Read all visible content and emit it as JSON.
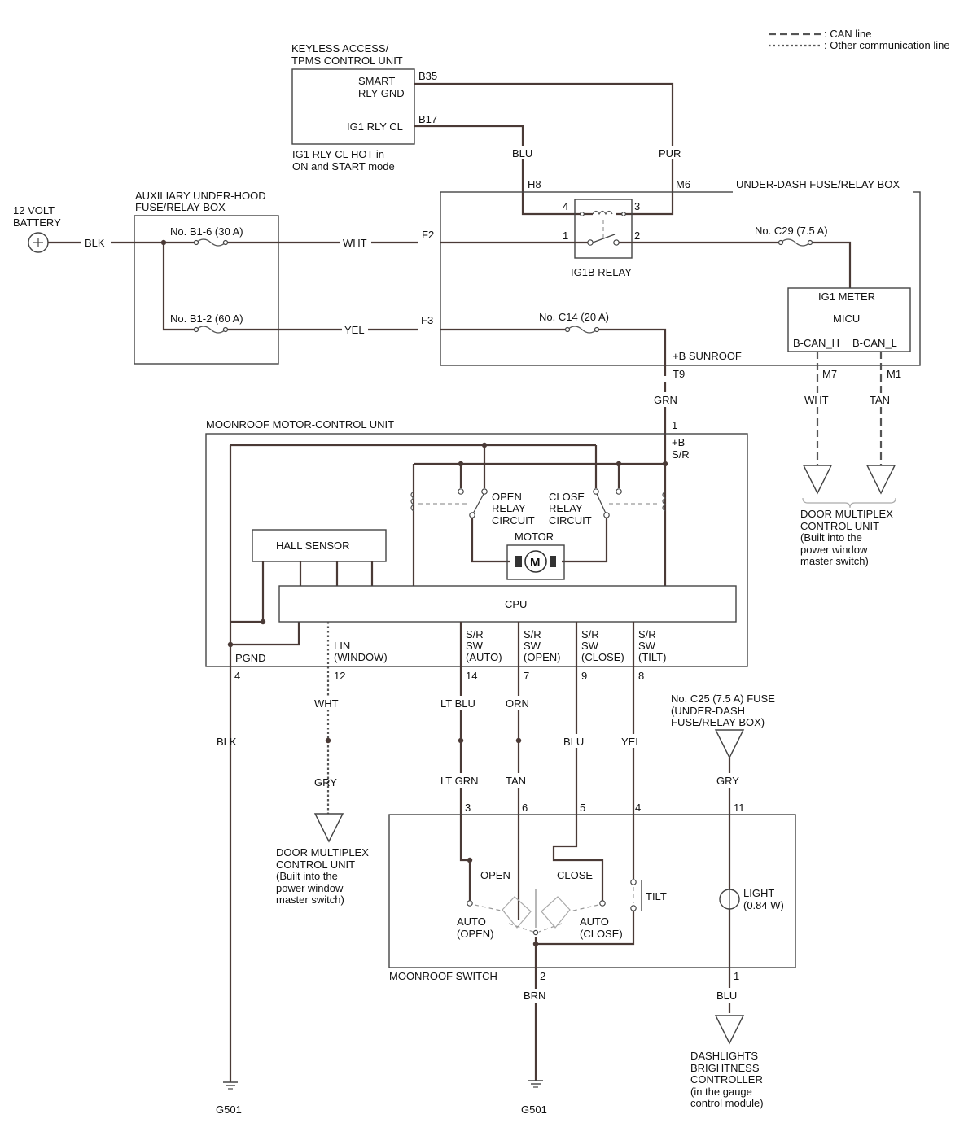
{
  "legend": {
    "can_line": ": CAN line",
    "other_line": ": Other communication line"
  },
  "components": {
    "keyless": {
      "title_1": "KEYLESS ACCESS/",
      "title_2": "TPMS CONTROL UNIT",
      "smart_1": "SMART",
      "smart_2": "RLY GND",
      "ig1_rly_cl": "IG1 RLY CL",
      "note_1": "IG1 RLY CL HOT in",
      "note_2": "ON and START mode",
      "pin_b35": "B35",
      "pin_b17": "B17"
    },
    "battery": {
      "label_1": "12 VOLT",
      "label_2": "BATTERY"
    },
    "aux_box": {
      "title_1": "AUXILIARY UNDER-HOOD",
      "title_2": "FUSE/RELAY BOX",
      "fuse_b16": "No. B1-6 (30 A)",
      "fuse_b12": "No. B1-2 (60 A)"
    },
    "under_dash": {
      "title": "UNDER-DASH FUSE/RELAY BOX",
      "pin_h8": "H8",
      "pin_m6": "M6",
      "pin_f2": "F2",
      "pin_f3": "F3",
      "relay_name": "IG1B RELAY",
      "relay_pin_4": "4",
      "relay_pin_3": "3",
      "relay_pin_1": "1",
      "relay_pin_2": "2",
      "fuse_c29": "No. C29 (7.5 A)",
      "fuse_c14": "No. C14 (20 A)",
      "b_sunroof": "+B SUNROOF",
      "pin_t9": "T9"
    },
    "micu": {
      "ig1_meter": "IG1 METER",
      "name": "MICU",
      "bcan_h": "B-CAN_H",
      "bcan_l": "B-CAN_L",
      "pin_m7": "M7",
      "pin_m1": "M1"
    },
    "door_mpx_right": {
      "line_1": "DOOR MULTIPLEX",
      "line_2": "CONTROL UNIT",
      "line_3": "(Built into the",
      "line_4": "power window",
      "line_5": "master switch)"
    },
    "moonroof_unit": {
      "title": "MOONROOF MOTOR-CONTROL UNIT",
      "pin_1": "1",
      "b_sr_1": "+B",
      "b_sr_2": "S/R",
      "open_relay_1": "OPEN",
      "open_relay_2": "RELAY",
      "open_relay_3": "CIRCUIT",
      "close_relay_1": "CLOSE",
      "close_relay_2": "RELAY",
      "close_relay_3": "CIRCUIT",
      "motor": "MOTOR",
      "motor_symbol": "M",
      "hall_sensor": "HALL SENSOR",
      "cpu": "CPU",
      "pgnd": "PGND",
      "lin_1": "LIN",
      "lin_2": "(WINDOW)",
      "sw_auto_1": "S/R",
      "sw_auto_2": "SW",
      "sw_auto_3": "(AUTO)",
      "sw_open_1": "S/R",
      "sw_open_2": "SW",
      "sw_open_3": "(OPEN)",
      "sw_close_1": "S/R",
      "sw_close_2": "SW",
      "sw_close_3": "(CLOSE)",
      "sw_tilt_1": "S/R",
      "sw_tilt_2": "SW",
      "sw_tilt_3": "(TILT)",
      "pin_4": "4",
      "pin_12": "12",
      "pin_14": "14",
      "pin_7": "7",
      "pin_9": "9",
      "pin_8": "8"
    },
    "door_mpx_left": {
      "line_1": "DOOR MULTIPLEX",
      "line_2": "CONTROL UNIT",
      "line_3": "(Built into the",
      "line_4": "power window",
      "line_5": "master switch)"
    },
    "c25_fuse": {
      "line_1": "No. C25 (7.5 A) FUSE",
      "line_2": "(UNDER-DASH",
      "line_3": "FUSE/RELAY BOX)"
    },
    "moonroof_switch": {
      "title": "MOONROOF SWITCH",
      "open": "OPEN",
      "close": "CLOSE",
      "auto_open_1": "AUTO",
      "auto_open_2": "(OPEN)",
      "auto_close_1": "AUTO",
      "auto_close_2": "(CLOSE)",
      "tilt": "TILT",
      "light_1": "LIGHT",
      "light_2": "(0.84 W)",
      "pin_3": "3",
      "pin_6": "6",
      "pin_5": "5",
      "pin_4": "4",
      "pin_11": "11",
      "pin_2": "2",
      "pin_1": "1"
    },
    "dashlights": {
      "line_1": "DASHLIGHTS",
      "line_2": "BRIGHTNESS",
      "line_3": "CONTROLLER",
      "line_4": "(in the gauge",
      "line_5": "control module)"
    },
    "grounds": {
      "left": "G501",
      "center": "G501"
    }
  },
  "wires": {
    "blu_top": "BLU",
    "pur": "PUR",
    "blk_batt": "BLK",
    "wht_main": "WHT",
    "yel_main": "YEL",
    "grn": "GRN",
    "wht_can": "WHT",
    "tan_can": "TAN",
    "blk_gnd": "BLK",
    "wht_lin": "WHT",
    "gry_lin": "GRY",
    "lt_blu": "LT BLU",
    "lt_grn": "LT GRN",
    "orn": "ORN",
    "tan_sw": "TAN",
    "blu_sw": "BLU",
    "yel_sw": "YEL",
    "gry_light": "GRY",
    "brn": "BRN",
    "blu_light": "BLU"
  }
}
